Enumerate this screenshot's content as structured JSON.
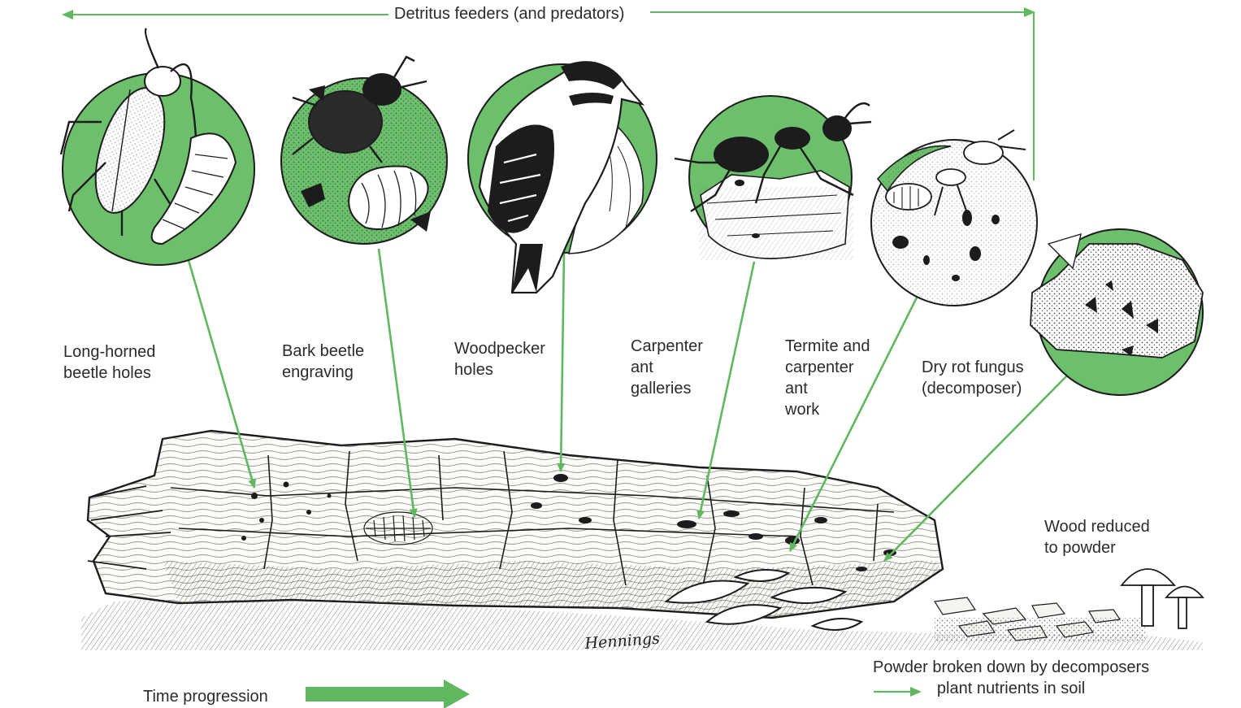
{
  "colors": {
    "green": "#6cc06c",
    "green_dark": "#3f9a48",
    "arrow": "#5fb85f",
    "ink": "#1c1c1c",
    "paper": "#ffffff"
  },
  "header": {
    "label": "Detritus feeders (and predators)"
  },
  "stages": [
    {
      "name": "long-horned-beetle",
      "icon": "long-horned-beetle-icon",
      "lines": [
        "Long-horned",
        "beetle holes"
      ]
    },
    {
      "name": "bark-beetle",
      "icon": "bark-beetle-icon",
      "lines": [
        "Bark beetle",
        "engraving"
      ]
    },
    {
      "name": "woodpecker",
      "icon": "woodpecker-icon",
      "lines": [
        "Woodpecker",
        "holes"
      ]
    },
    {
      "name": "carpenter-ant",
      "icon": "carpenter-ant-icon",
      "lines": [
        "Carpenter",
        "ant",
        "galleries"
      ]
    },
    {
      "name": "termite",
      "icon": "termite-icon",
      "lines": [
        "Termite and",
        "carpenter",
        "ant",
        "work"
      ]
    },
    {
      "name": "dry-rot-fungus",
      "icon": "fungus-icon",
      "lines": [
        "Dry rot fungus",
        "(decomposer)"
      ]
    }
  ],
  "wood_powder": {
    "lines": [
      "Wood reduced",
      "to powder"
    ]
  },
  "signature": "Hennings",
  "footer": {
    "time_label": "Time progression",
    "powder_lines": [
      "Powder broken down by decomposers",
      "plant nutrients in soil"
    ]
  }
}
